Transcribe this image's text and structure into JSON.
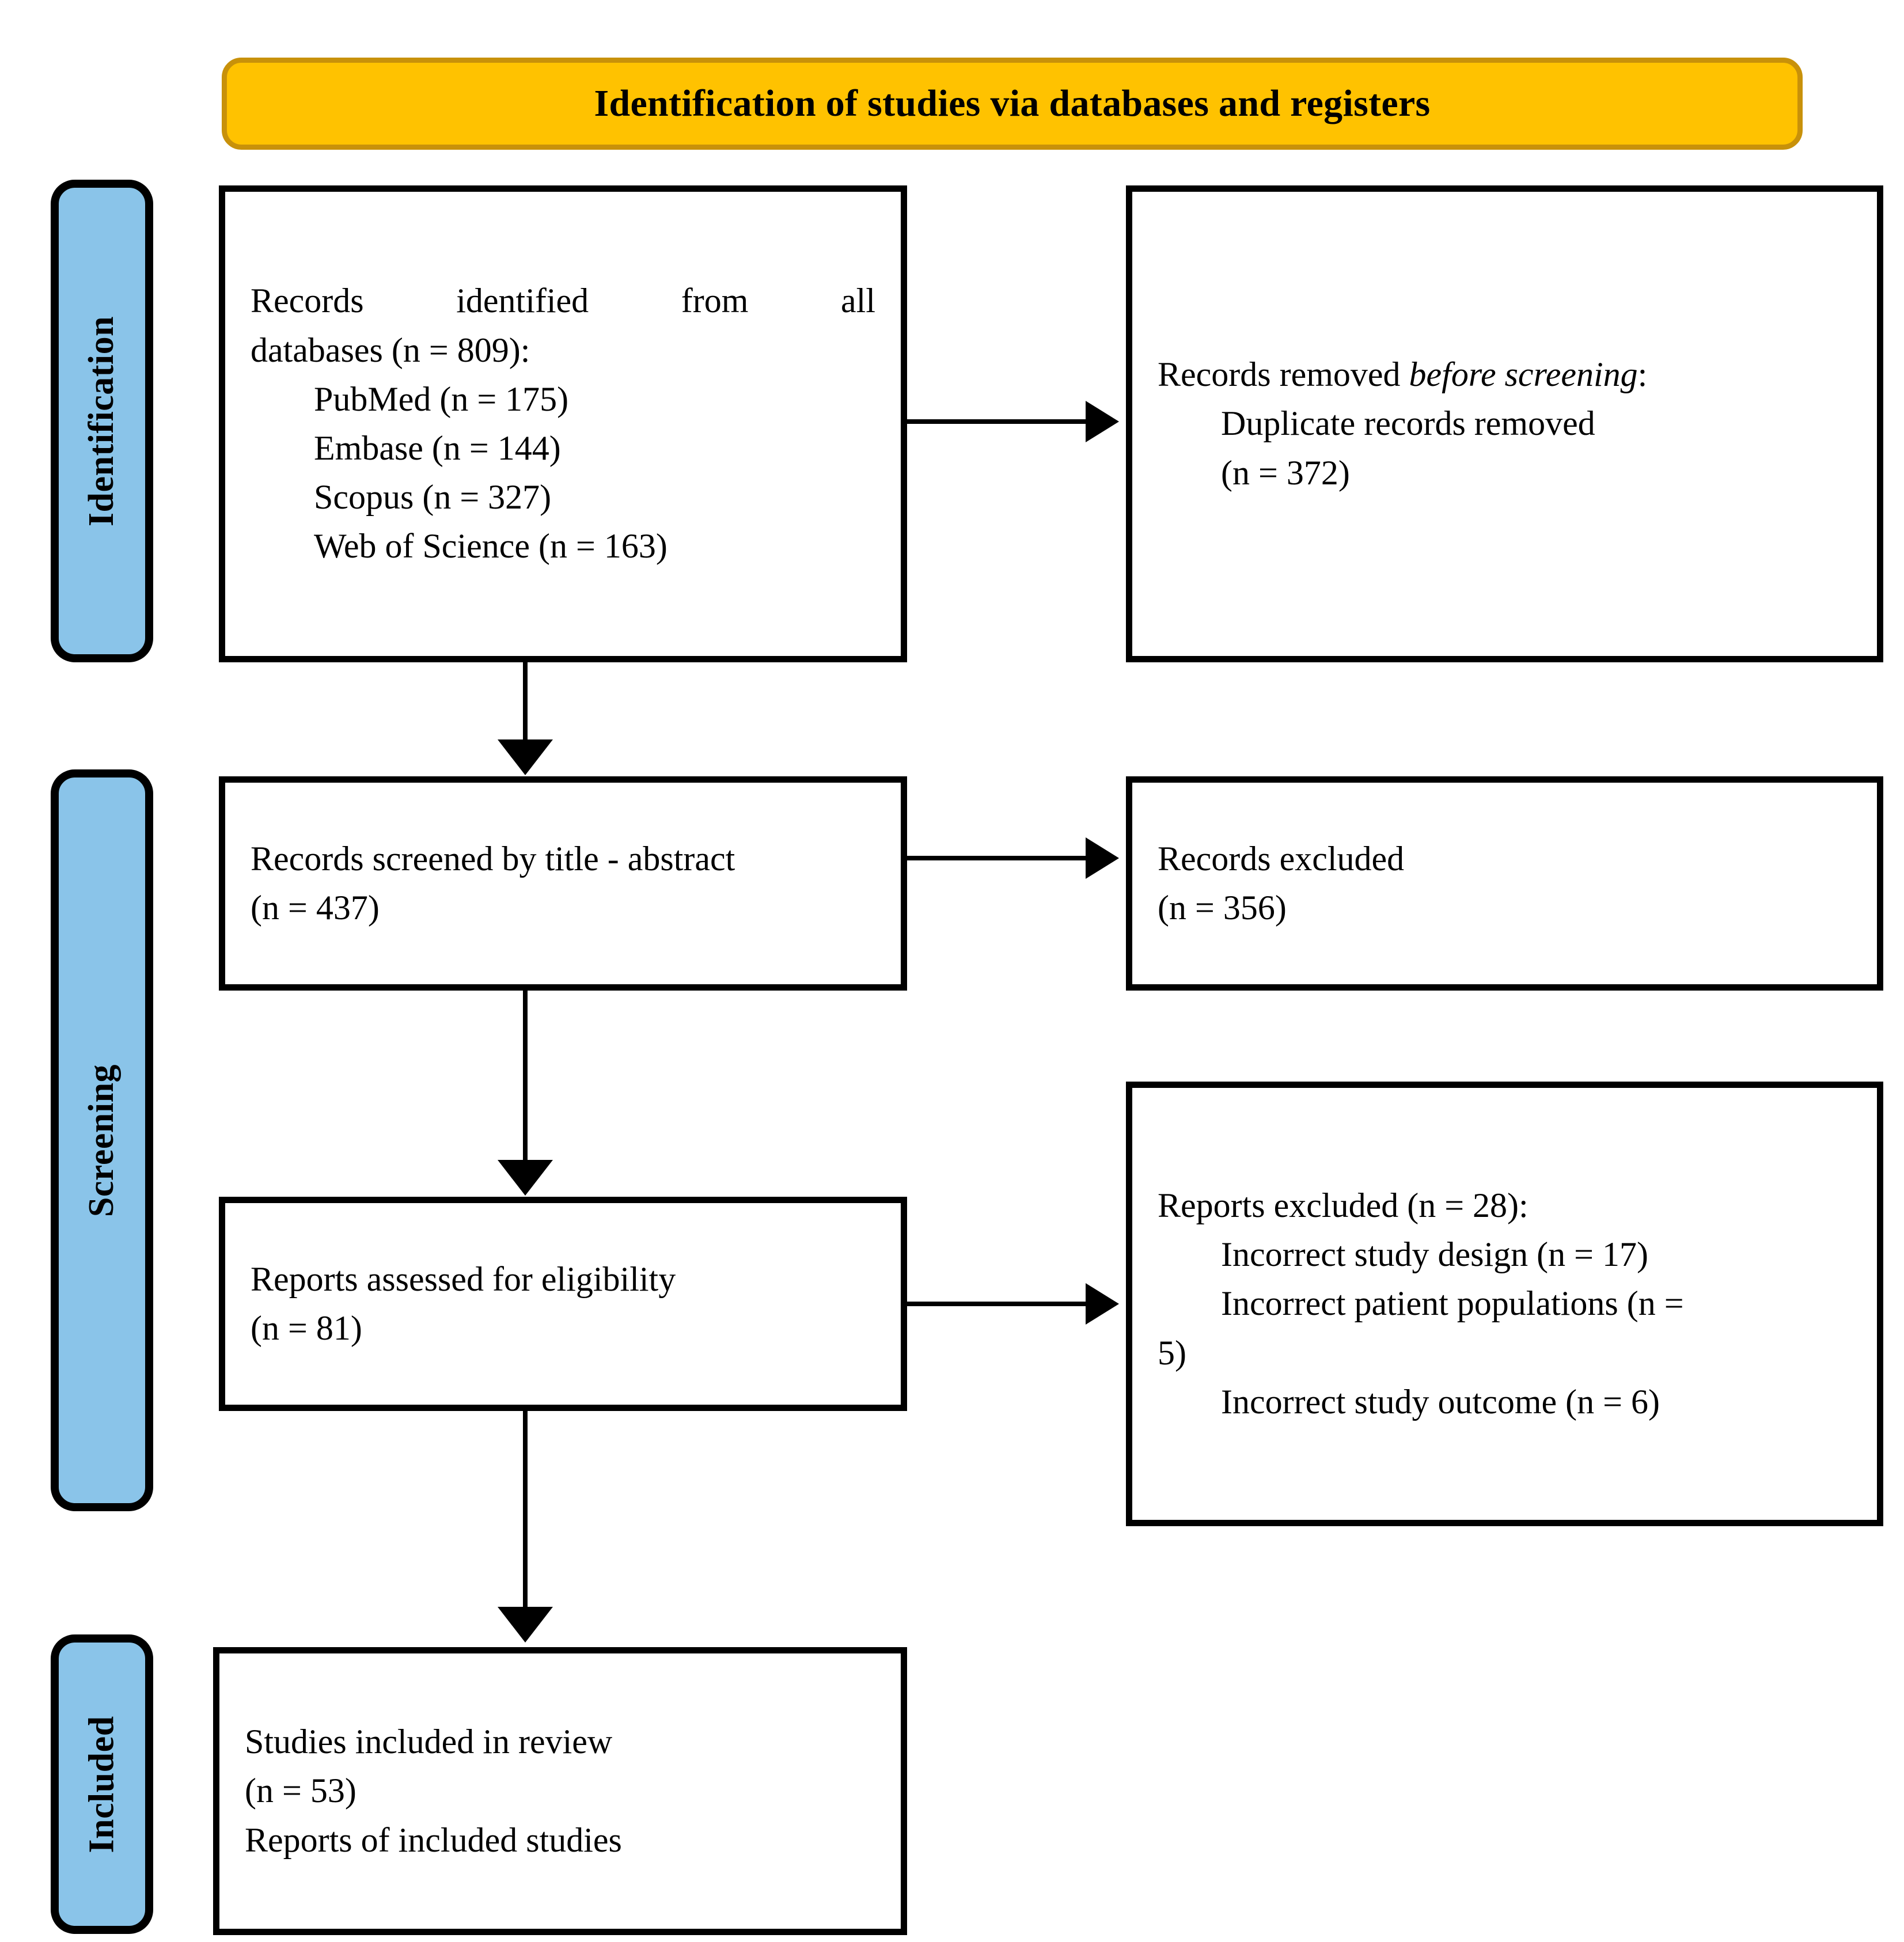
{
  "header": {
    "title": "Identification of studies via databases and registers"
  },
  "colors": {
    "banner_fill": "#FFC200",
    "banner_border": "#C8910A",
    "stage_fill": "#8AC4E9",
    "stage_border": "#000000",
    "box_border": "#000000",
    "text": "#000000"
  },
  "stages": [
    {
      "id": "identification",
      "label": "Identification"
    },
    {
      "id": "screening",
      "label": "Screening"
    },
    {
      "id": "included",
      "label": "Included"
    }
  ],
  "boxes": {
    "identified": {
      "line1": "Records identified from all",
      "line2": "databases (n = 809):",
      "sources": [
        "PubMed (n = 175)",
        "Embase (n = 144)",
        "Scopus (n = 327)",
        "Web of Science (n = 163)"
      ]
    },
    "removed": {
      "line1_prefix": "Records removed ",
      "line1_italic": "before screening",
      "line1_suffix": ":",
      "line2": "Duplicate records removed",
      "line3": "(n = 372)"
    },
    "screened": {
      "line1": "Records screened by title - abstract",
      "line2": "(n = 437)"
    },
    "records_excluded": {
      "line1": "Records excluded",
      "line2": "(n = 356)"
    },
    "eligibility": {
      "line1": "Reports assessed for eligibility",
      "line2": "(n = 81)"
    },
    "reports_excluded": {
      "line1": "Reports excluded (n = 28):",
      "reasons": [
        "Incorrect study design (n = 17)",
        "Incorrect patient populations (n =",
        "5)",
        "Incorrect study outcome (n = 6)"
      ]
    },
    "included": {
      "line1": "Studies included in review",
      "line2": "(n = 53)",
      "line3": "Reports of included studies"
    }
  },
  "chart_data": {
    "type": "diagram",
    "title": "Identification of studies via databases and registers",
    "nodes": [
      {
        "id": "identified",
        "stage": "Identification",
        "label": "Records identified from all databases",
        "n": 809,
        "breakdown": [
          {
            "source": "PubMed",
            "n": 175
          },
          {
            "source": "Embase",
            "n": 144
          },
          {
            "source": "Scopus",
            "n": 327
          },
          {
            "source": "Web of Science",
            "n": 163
          }
        ]
      },
      {
        "id": "removed",
        "stage": "Identification",
        "label": "Records removed before screening: Duplicate records removed",
        "n": 372
      },
      {
        "id": "screened",
        "stage": "Screening",
        "label": "Records screened by title - abstract",
        "n": 437
      },
      {
        "id": "records_excluded",
        "stage": "Screening",
        "label": "Records excluded",
        "n": 356
      },
      {
        "id": "eligibility",
        "stage": "Screening",
        "label": "Reports assessed for eligibility",
        "n": 81
      },
      {
        "id": "reports_excluded",
        "stage": "Screening",
        "label": "Reports excluded",
        "n": 28,
        "breakdown": [
          {
            "reason": "Incorrect study design",
            "n": 17
          },
          {
            "reason": "Incorrect patient populations",
            "n": 5
          },
          {
            "reason": "Incorrect study outcome",
            "n": 6
          }
        ]
      },
      {
        "id": "included",
        "stage": "Included",
        "label": "Studies included in review / Reports of included studies",
        "n": 53
      }
    ],
    "edges": [
      {
        "from": "identified",
        "to": "removed",
        "direction": "right"
      },
      {
        "from": "identified",
        "to": "screened",
        "direction": "down"
      },
      {
        "from": "screened",
        "to": "records_excluded",
        "direction": "right"
      },
      {
        "from": "screened",
        "to": "eligibility",
        "direction": "down"
      },
      {
        "from": "eligibility",
        "to": "reports_excluded",
        "direction": "right"
      },
      {
        "from": "eligibility",
        "to": "included",
        "direction": "down"
      }
    ]
  }
}
